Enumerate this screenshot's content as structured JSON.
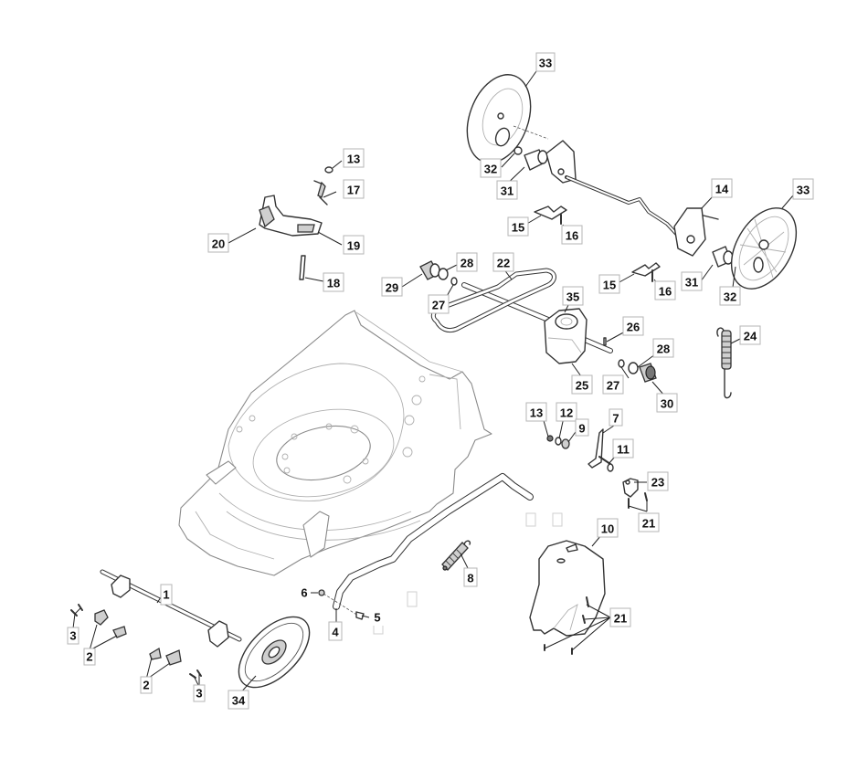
{
  "diagram": {
    "title": "Lawn mower chassis, wheels and drive exploded parts diagram",
    "callouts": [
      {
        "id": "c33a",
        "label": "33",
        "part": "rear-wheel-left"
      },
      {
        "id": "c32a",
        "label": "32",
        "part": "washer"
      },
      {
        "id": "c31a",
        "label": "31",
        "part": "wheel-hub"
      },
      {
        "id": "c14",
        "label": "14",
        "part": "rear-axle-bracket"
      },
      {
        "id": "c33b",
        "label": "33",
        "part": "rear-wheel-right"
      },
      {
        "id": "c15a",
        "label": "15",
        "part": "clip"
      },
      {
        "id": "c16a",
        "label": "16",
        "part": "screw"
      },
      {
        "id": "c15b",
        "label": "15",
        "part": "clip"
      },
      {
        "id": "c16b",
        "label": "16",
        "part": "screw"
      },
      {
        "id": "c31b",
        "label": "31",
        "part": "wheel-hub"
      },
      {
        "id": "c32b",
        "label": "32",
        "part": "washer"
      },
      {
        "id": "c13a",
        "label": "13",
        "part": "nut"
      },
      {
        "id": "c17",
        "label": "17",
        "part": "torsion-spring"
      },
      {
        "id": "c20",
        "label": "20",
        "part": "height-adjust-handle"
      },
      {
        "id": "c19",
        "label": "19",
        "part": "lever"
      },
      {
        "id": "c18",
        "label": "18",
        "part": "pin"
      },
      {
        "id": "c29",
        "label": "29",
        "part": "drive-pinion"
      },
      {
        "id": "c28a",
        "label": "28",
        "part": "bushing"
      },
      {
        "id": "c27a",
        "label": "27",
        "part": "o-ring"
      },
      {
        "id": "c22",
        "label": "22",
        "part": "drive-belt"
      },
      {
        "id": "c35",
        "label": "35",
        "part": "gearbox"
      },
      {
        "id": "c26",
        "label": "26",
        "part": "key"
      },
      {
        "id": "c25",
        "label": "25",
        "part": "gearbox-assembly"
      },
      {
        "id": "c27b",
        "label": "27",
        "part": "o-ring"
      },
      {
        "id": "c28b",
        "label": "28",
        "part": "bushing"
      },
      {
        "id": "c30",
        "label": "30",
        "part": "drive-pinion"
      },
      {
        "id": "c24",
        "label": "24",
        "part": "extension-spring"
      },
      {
        "id": "c13b",
        "label": "13",
        "part": "nut"
      },
      {
        "id": "c12",
        "label": "12",
        "part": "washer"
      },
      {
        "id": "c9",
        "label": "9",
        "part": "nut"
      },
      {
        "id": "c7",
        "label": "7",
        "part": "lever-bracket"
      },
      {
        "id": "c11",
        "label": "11",
        "part": "pivot-pin"
      },
      {
        "id": "c23",
        "label": "23",
        "part": "cable-bracket"
      },
      {
        "id": "c21a",
        "label": "21",
        "part": "screws"
      },
      {
        "id": "c10",
        "label": "10",
        "part": "belt-cover"
      },
      {
        "id": "c8",
        "label": "8",
        "part": "spring"
      },
      {
        "id": "c6",
        "label": "6",
        "part": "nut"
      },
      {
        "id": "c5",
        "label": "5",
        "part": "bolt"
      },
      {
        "id": "c4",
        "label": "4",
        "part": "height-adjust-rod"
      },
      {
        "id": "c21b",
        "label": "21",
        "part": "screws"
      },
      {
        "id": "c1",
        "label": "1",
        "part": "front-axle"
      },
      {
        "id": "c3a",
        "label": "3",
        "part": "screws"
      },
      {
        "id": "c2a",
        "label": "2",
        "part": "axle-brackets"
      },
      {
        "id": "c2b",
        "label": "2",
        "part": "axle-brackets"
      },
      {
        "id": "c3b",
        "label": "3",
        "part": "screws"
      },
      {
        "id": "c34",
        "label": "34",
        "part": "front-wheel"
      }
    ]
  }
}
